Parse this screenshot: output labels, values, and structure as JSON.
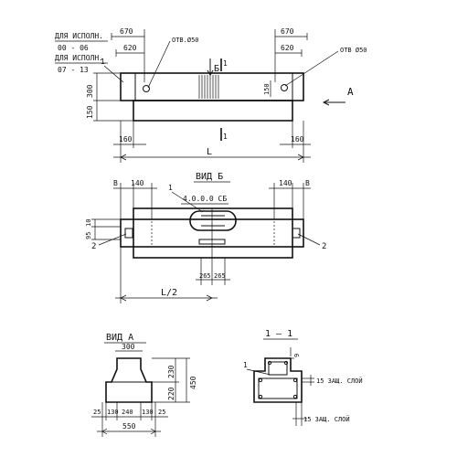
{
  "notes": {
    "version_a": "ДЛЯ ИСПОЛН.",
    "version_a_range": "00 - 06",
    "version_b": "ДЛЯ ИСПОЛН.",
    "version_b_range": "07 - 13"
  },
  "front_view": {
    "dim_670_left": "670",
    "dim_620_left": "620",
    "dim_670_right": "670",
    "dim_620_right": "620",
    "hole_left": "ОТВ.Ø50",
    "hole_right": "ОТВ Ø50",
    "hole_dim_150": "150",
    "dim_300": "300",
    "dim_150": "150",
    "dim_160_left": "160",
    "dim_160_right": "160",
    "length": "L",
    "section_mark_top": "1",
    "section_mark_bottom": "1",
    "view_b_arrow": "Б",
    "view_a_arrow": "А",
    "leader_1": "1"
  },
  "view_b": {
    "title": "ВИД Б",
    "dim_b_left": "В",
    "dim_140_left": "140",
    "dim_140_right": "140",
    "dim_b_right": "В",
    "leader_1": "1",
    "part_code": "4.0.0.0 СБ",
    "dim_10_left": "10",
    "dim_95_left": "95",
    "leader_2_left": "2",
    "leader_2_right": "2",
    "dim_265_a": "265",
    "dim_265_b": "265",
    "half_length": "L/2"
  },
  "view_a": {
    "title": "ВИД А",
    "dim_300": "300",
    "dim_230": "230",
    "dim_220": "220",
    "dim_450": "450",
    "dim_25_left": "25",
    "dim_130": "130",
    "dim_240": "240",
    "dim_130_right": "130",
    "dim_25_right": "25",
    "dim_550": "550"
  },
  "section_1_1": {
    "title": "1 — 1",
    "leader_1": "1",
    "dim_9": "9",
    "cover_top": "15 ЗАЩ. СЛОЙ",
    "cover_bottom": "15 ЗАЩ. СЛОЙ"
  }
}
